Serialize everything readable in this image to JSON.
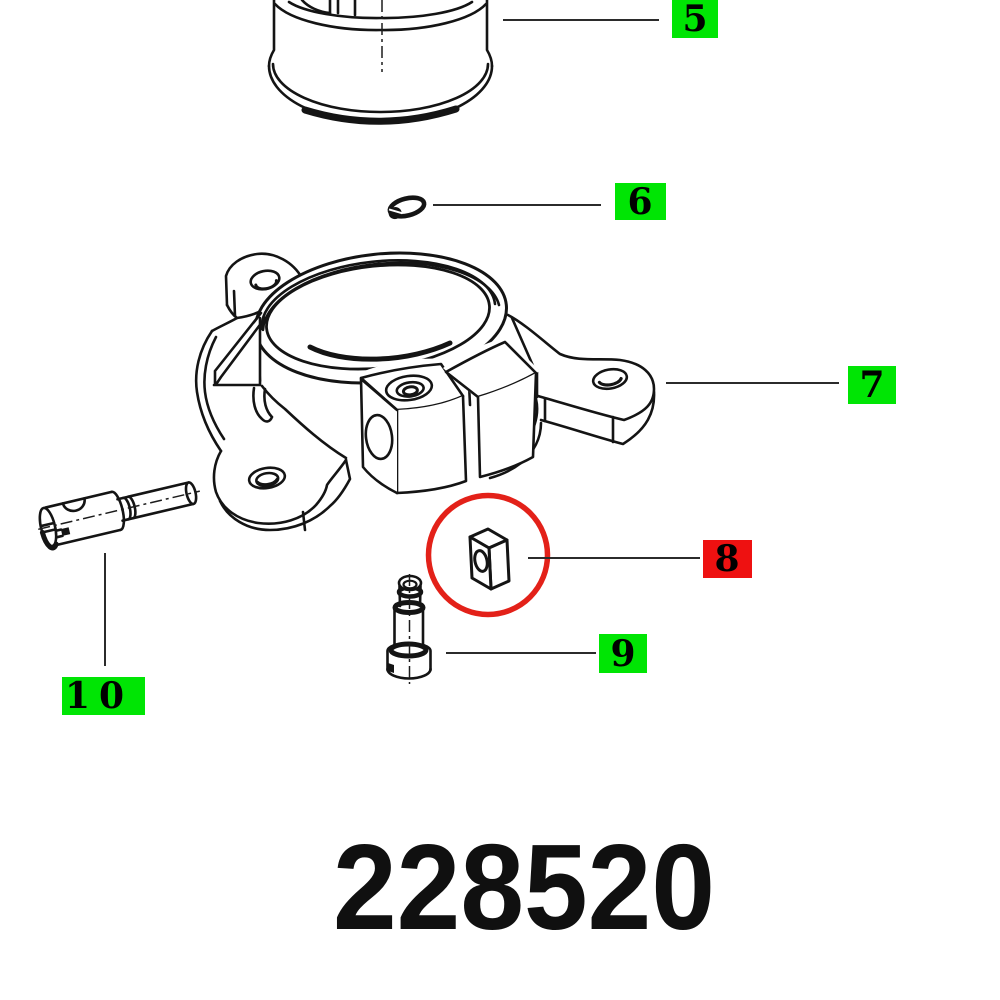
{
  "document": {
    "type": "exploded-parts-diagram",
    "part_number": "228520"
  },
  "colors": {
    "background": "#ffffff",
    "line": "#141414",
    "highlight_green": "#00e504",
    "highlight_red": "#ee1111",
    "selection_circle_red": "#e32119"
  },
  "callouts": [
    {
      "number": "5",
      "highlight": "green",
      "selected": false,
      "part": "sleeve-cylinder"
    },
    {
      "number": "6",
      "highlight": "green",
      "selected": false,
      "part": "lock-washer"
    },
    {
      "number": "7",
      "highlight": "green",
      "selected": false,
      "part": "clamp-flange"
    },
    {
      "number": "8",
      "highlight": "red",
      "selected": true,
      "part": "square-nut"
    },
    {
      "number": "9",
      "highlight": "green",
      "selected": false,
      "part": "stepped-screw"
    },
    {
      "number": "10",
      "highlight": "green",
      "selected": false,
      "part": "drive-shaft"
    }
  ],
  "parts": [
    {
      "name": "sleeve-cylinder"
    },
    {
      "name": "lock-washer"
    },
    {
      "name": "clamp-flange"
    },
    {
      "name": "square-nut"
    },
    {
      "name": "stepped-screw"
    },
    {
      "name": "drive-shaft"
    }
  ]
}
